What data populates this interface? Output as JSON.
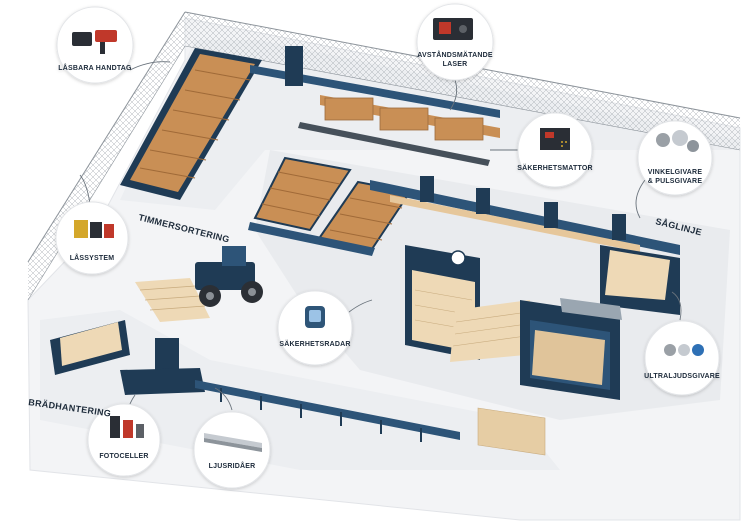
{
  "areas": {
    "timmersortering": "TIMMERSORTERING",
    "saglinje": "SÅGLINJE",
    "bradhantering": "BRÄDHANTERING"
  },
  "callouts": {
    "lasbara_handtag": "LÅSBARA HANDTAG",
    "avstandsmatande_laser": [
      "AVSTÅNDSMÄTANDE",
      "LASER"
    ],
    "sakerhetsmattor": "SÄKERHETSMATTOR",
    "vinkelgivare": [
      "VINKELGIVARE",
      "& PULSGIVARE"
    ],
    "lassystem": "LÅSSYSTEM",
    "sakerhetsradar": "SÄKERHETSRADAR",
    "ultraljudsgivare": "ULTRALJUDSGIVARE",
    "fotoceller": "FOTOCELLER",
    "ljusridaer": "LJUSRIDÅER"
  },
  "colors": {
    "machine": "#1f3b55",
    "machine_light": "#2d5478",
    "floor": "#f1f2f4",
    "floor_edge": "#dcdfe3",
    "wood": "#c98f55",
    "wood_light": "#f0dcbc",
    "board": "#eed9b6",
    "fence": "#9aa0a6",
    "callout_ring": "#e3e5e8",
    "text": "#1d2b3a"
  }
}
